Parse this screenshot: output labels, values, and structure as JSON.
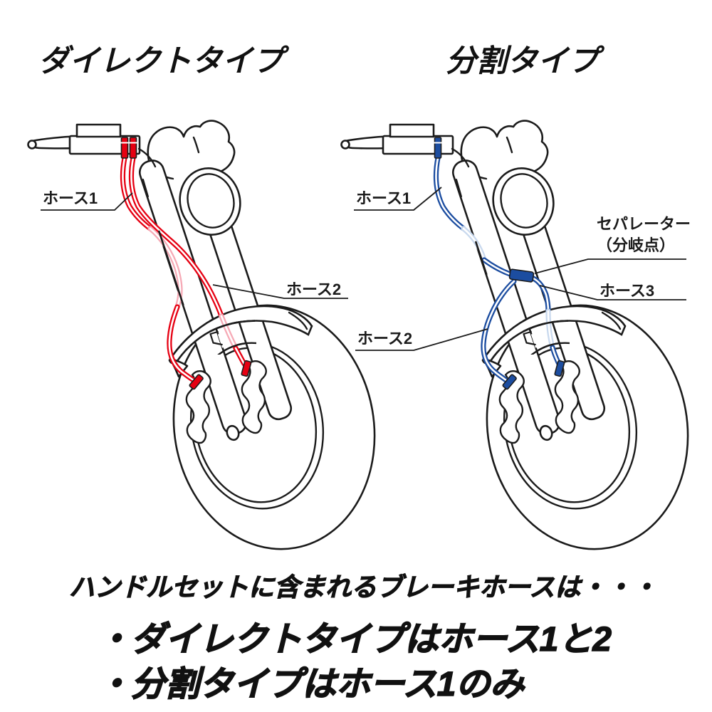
{
  "left_diagram": {
    "title": "ダイレクトタイプ",
    "labels": {
      "hose1": "ホース1",
      "hose2": "ホース2"
    }
  },
  "right_diagram": {
    "title": "分割タイプ",
    "labels": {
      "hose1": "ホース1",
      "hose2": "ホース2",
      "hose3": "ホース3",
      "separator_line1": "セパレーター",
      "separator_line2": "（分岐点）"
    }
  },
  "footer": {
    "line1": "ハンドルセットに含まれるブレーキホースは・・・",
    "bullet1": "・ダイレクトタイプはホース1と2",
    "bullet2": "・分割タイプはホース1のみ"
  },
  "colors": {
    "line_art": "#1b1b1b",
    "hose_red": "#e60012",
    "hose_red_hidden": "#f6aab6",
    "hose_blue": "#1c4da0",
    "hose_blue_hidden": "#c9d9ee"
  }
}
